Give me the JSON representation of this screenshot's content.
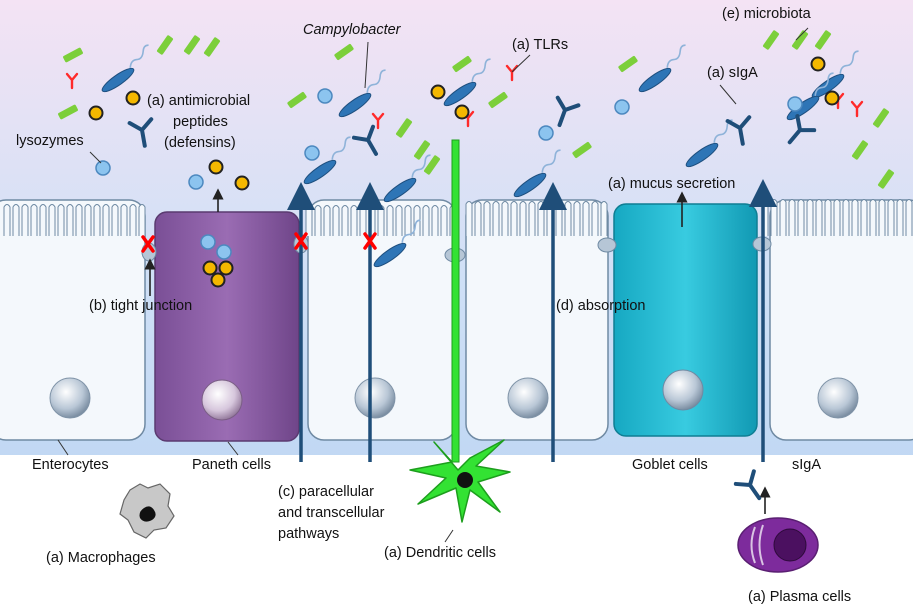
{
  "labels": {
    "campylobacter": "Campylobacter",
    "microbiota": "(e) microbiota",
    "tlrs": "(a) TLRs",
    "siga_top": "(a) sIgA",
    "amp_line1": "(a) antimicrobial",
    "amp_line2": "peptides",
    "amp_line3": "(defensins)",
    "lysozymes": "lysozymes",
    "mucus_secretion": "(a) mucus secretion",
    "tight_junction": "(b) tight junction",
    "absorption": "(d) absorption",
    "enterocytes": "Enterocytes",
    "paneth_cells": "Paneth cells",
    "goblet_cells": "Goblet cells",
    "siga_bottom": "sIgA",
    "pathways_line1": "(c) paracellular",
    "pathways_line2": "and transcellular",
    "pathways_line3": "pathways",
    "macrophages": "(a) Macrophages",
    "dendritic_cells": "(a) Dendritic cells",
    "plasma_cells": "(a) Plasma cells"
  },
  "colors": {
    "lumen_top": "#f3e4f3",
    "lumen_bottom": "#b7d3f1",
    "cell_fill": "#f4f8fc",
    "cell_stroke": "#6f8aa3",
    "paneth_cell": "#8b5da6",
    "goblet_cell": "#1fb8cf",
    "arrow": "#1f4e79",
    "dendritic_cell": "#33e233",
    "plasma_cell": "#7d2b9c",
    "blocked_marker": "#ff0000",
    "defensin": "#f2b800",
    "lysozyme": "#8cc4ef",
    "microbiota": "#7ccf3a",
    "campylobacter": "#2e75b6",
    "tlr": "#ff2a2a",
    "siga": "#1f4e79"
  },
  "icons": [
    "campylobacter-icon",
    "siga-antibody-icon",
    "tlr-receptor-icon",
    "defensin-icon",
    "lysozyme-icon",
    "microbiota-icon",
    "blocked-x-icon",
    "nucleus-icon"
  ]
}
